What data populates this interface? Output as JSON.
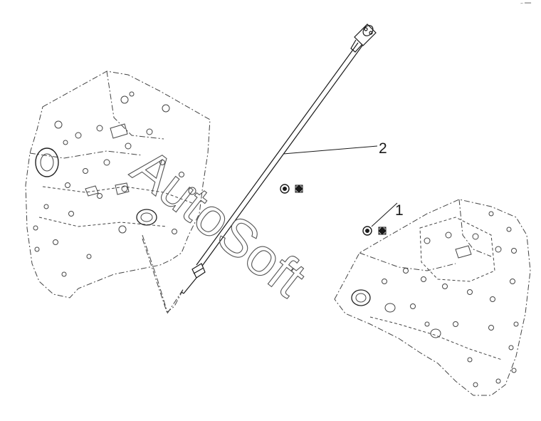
{
  "callouts": [
    {
      "number": "1"
    },
    {
      "number": "2"
    }
  ],
  "watermark": {
    "text": "AutoSoft"
  },
  "corner_mark": "⌐ ═══",
  "colors": {
    "line": "#1a1a1a",
    "outline_dash": "#444444",
    "watermark": "#555555"
  },
  "icons": {
    "washer_marker": "cross-box-icon",
    "seal": "washer-icon"
  }
}
